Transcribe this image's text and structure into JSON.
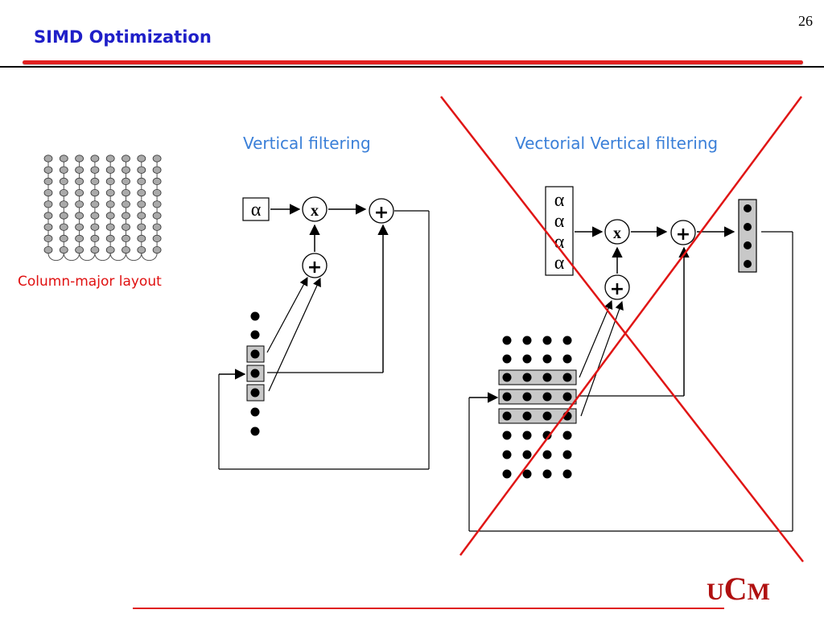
{
  "slide": {
    "title": "SIMD Optimization",
    "page_number": "26"
  },
  "left_panel": {
    "caption": "Column-major layout"
  },
  "vertical_filtering": {
    "heading": "Vertical filtering",
    "coefficient": "α",
    "multiply_symbol": "x",
    "add_symbol": "+"
  },
  "vectorial_filtering": {
    "heading": "Vectorial Vertical filtering",
    "coefficients": [
      "α",
      "α",
      "α",
      "α"
    ],
    "multiply_symbol": "x",
    "add_symbol": "+",
    "crossed_out": true,
    "cross_color": "#e01515"
  },
  "logo": {
    "u": "U",
    "c": "C",
    "m": "M"
  },
  "colors": {
    "title_blue": "#1f1fc8",
    "heading_blue": "#3a7fd8",
    "caption_red": "#e01010",
    "rule_red": "#e02020",
    "logo_red": "#b01010",
    "highlight_gray": "#c8c8c8"
  }
}
